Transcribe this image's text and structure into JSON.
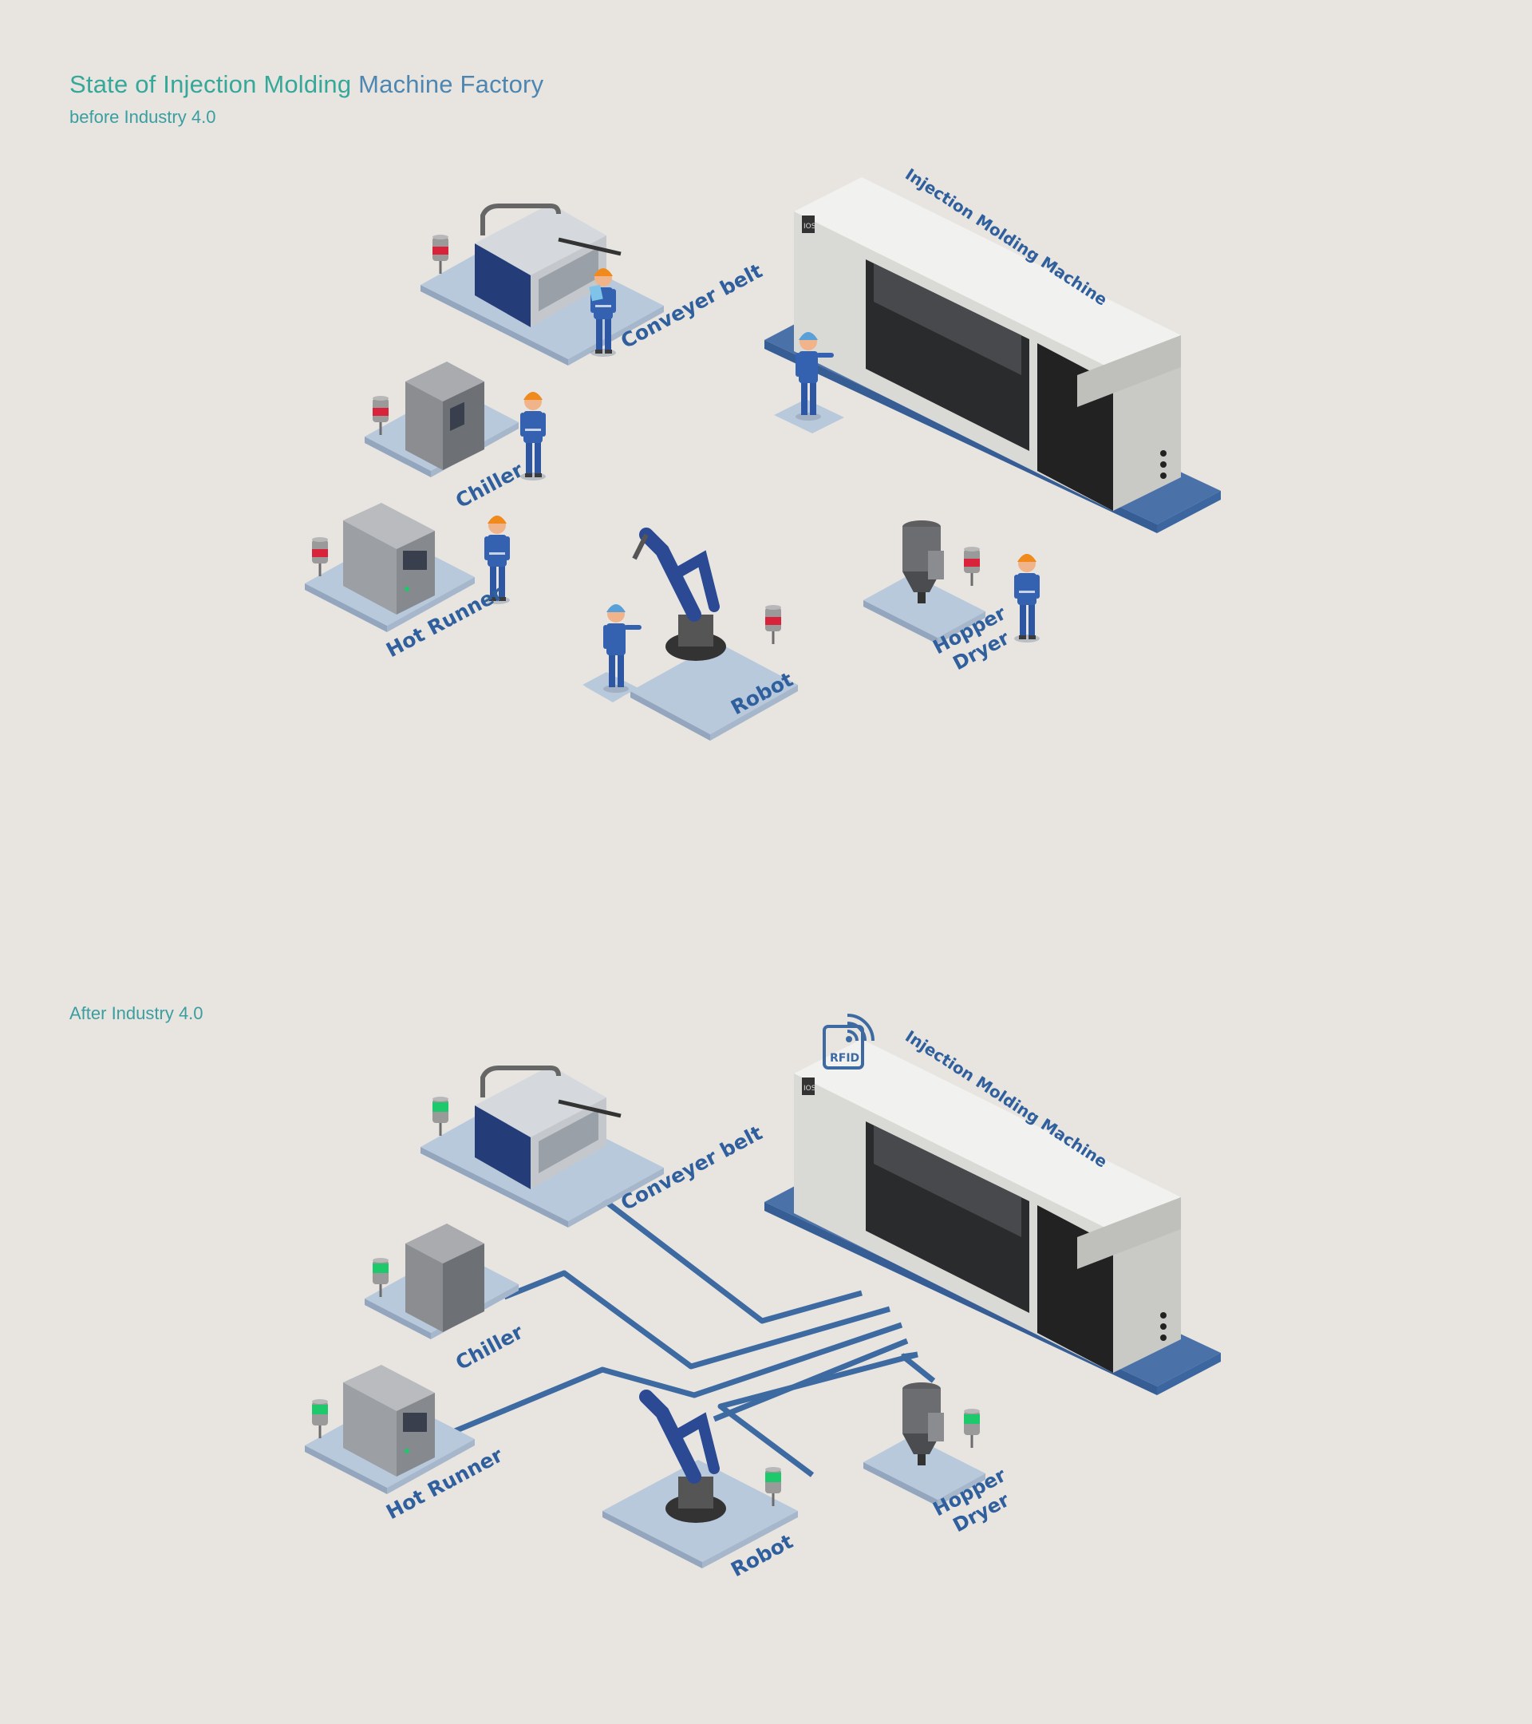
{
  "header": {
    "title_part1": "State of Injection Molding",
    "title_part2": "Machine Factory",
    "subtitle": "before Industry 4.0"
  },
  "after": {
    "label": "After Industry 4.0",
    "rfid": "RFID"
  },
  "machines": {
    "conveyer_belt": "Conveyer belt",
    "chiller": "Chiller",
    "hot_runner": "Hot Runner",
    "robot": "Robot",
    "hopper": "Hopper",
    "dryer": "Dryer",
    "injection_molding": "Injection Molding Machine",
    "machine_badge": "IOS"
  },
  "colors": {
    "background": "#e8e5e1",
    "platform": "#b9c9dc",
    "machine_platform": "#4a72a8",
    "label": "#2f5f9c",
    "network_line": "#3e6aa2",
    "status_red": "#d9233b",
    "status_green": "#1ec96b"
  },
  "status_lights": {
    "before": "red",
    "after": "green"
  }
}
